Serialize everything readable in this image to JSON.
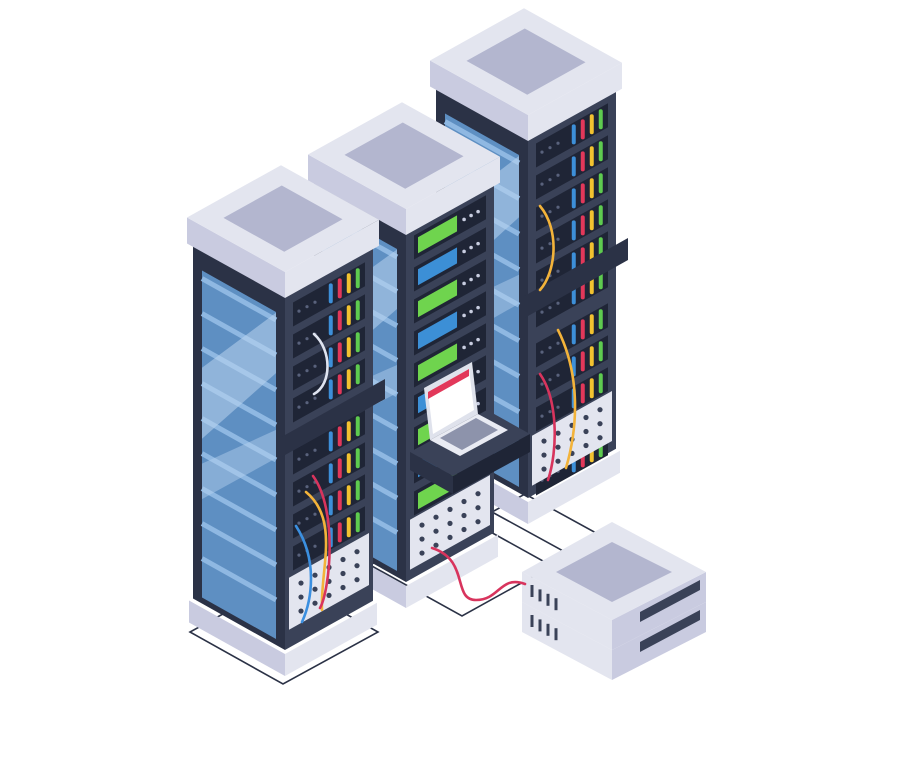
{
  "palette": {
    "background": "#ffffff",
    "cap_light": "#e3e5ef",
    "cap_mid": "#c9cbe0",
    "cap_dark": "#b3b6cf",
    "frame_dark": "#2b3246",
    "frame_mid": "#3a4258",
    "glass_blue": "#5e8fc2",
    "glass_light": "#8fb8e2",
    "glass_shine": "#b9d3ef",
    "panel_slot": "#1f2536",
    "drive_green": "#6fd44e",
    "drive_blue": "#3c8fd6",
    "led_red": "#e2385a",
    "led_yellow": "#f2c230",
    "led_green": "#5ecb4f",
    "led_blue": "#3d8fd8",
    "cable_red": "#d8345d",
    "cable_yellow": "#f3b33a",
    "cable_blue": "#3b8fe0",
    "cable_white": "#dfe4f0",
    "floor_line": "#2b3246",
    "laptop_screen": "#ffffff",
    "laptop_accent": "#e2385a"
  },
  "objects": [
    {
      "name": "server-rack-left",
      "kind": "rack"
    },
    {
      "name": "server-rack-middle",
      "kind": "rack"
    },
    {
      "name": "server-rack-right",
      "kind": "rack"
    },
    {
      "name": "laptop-on-shelf",
      "kind": "laptop"
    },
    {
      "name": "network-switch-stack",
      "kind": "switch"
    }
  ]
}
